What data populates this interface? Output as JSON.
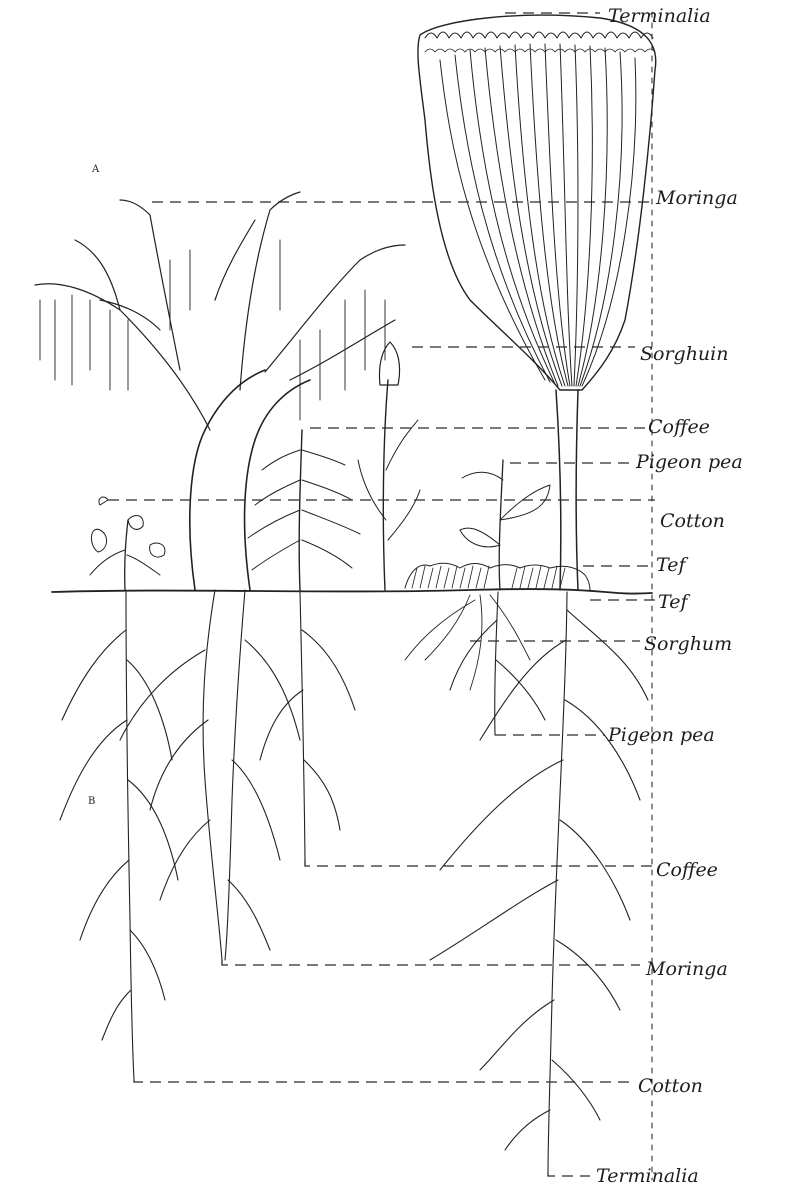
{
  "labels": {
    "canopy": {
      "terminalia": "Terminalia",
      "moringa": "Moringa",
      "sorghum": "Sorghuin",
      "coffee": "Coffee",
      "pigeon_pea": "Pigeon pea",
      "cotton": "Cotton",
      "tef": "Tef"
    },
    "roots": {
      "tef": "Tef",
      "sorghum": "Sorghum",
      "pigeon_pea": "Pigeon pea",
      "coffee": "Coffee",
      "moringa": "Moringa",
      "cotton": "Cotton",
      "terminalia": "Terminalia"
    }
  },
  "small_marks": {
    "a": "A",
    "b": "B"
  }
}
